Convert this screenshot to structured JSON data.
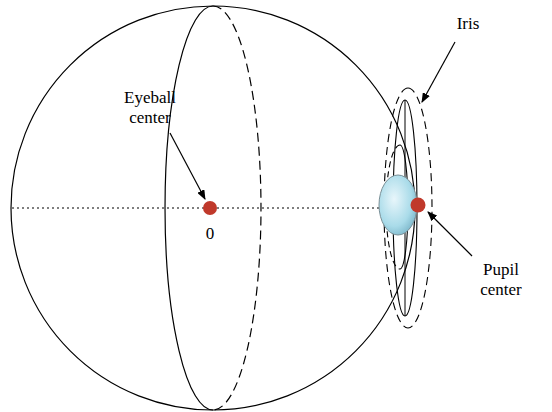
{
  "diagram": {
    "labels": [
      "Eyeball center",
      "0",
      "Iris",
      "Pupil center"
    ]
  }
}
